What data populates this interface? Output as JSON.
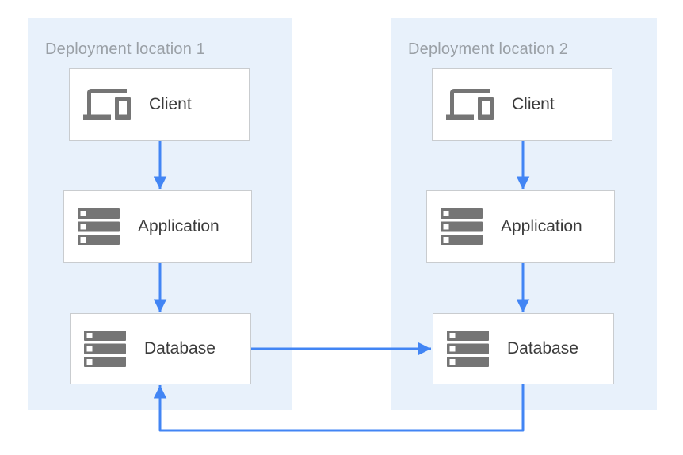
{
  "colors": {
    "panel-bg": "#E8F1FB",
    "arrow": "#4285F4",
    "icon": "#757575",
    "box-border": "#C9CCCF",
    "title-text": "#9AA0A6",
    "label-text": "#3B3B3B"
  },
  "panels": [
    {
      "title": "Deployment location 1",
      "nodes": [
        {
          "label": "Client",
          "icon": "devices-icon"
        },
        {
          "label": "Application",
          "icon": "storage-icon"
        },
        {
          "label": "Database",
          "icon": "storage-icon"
        }
      ]
    },
    {
      "title": "Deployment location 2",
      "nodes": [
        {
          "label": "Client",
          "icon": "devices-icon"
        },
        {
          "label": "Application",
          "icon": "storage-icon"
        },
        {
          "label": "Database",
          "icon": "storage-icon"
        }
      ]
    }
  ],
  "connections": [
    {
      "from": "Client 1",
      "to": "Application 1",
      "direction": "down"
    },
    {
      "from": "Application 1",
      "to": "Database 1",
      "direction": "down"
    },
    {
      "from": "Client 2",
      "to": "Application 2",
      "direction": "down"
    },
    {
      "from": "Application 2",
      "to": "Database 2",
      "direction": "down"
    },
    {
      "from": "Database 1",
      "to": "Database 2",
      "direction": "right"
    },
    {
      "from": "Database 2",
      "to": "Database 1",
      "direction": "loop-bottom"
    }
  ]
}
